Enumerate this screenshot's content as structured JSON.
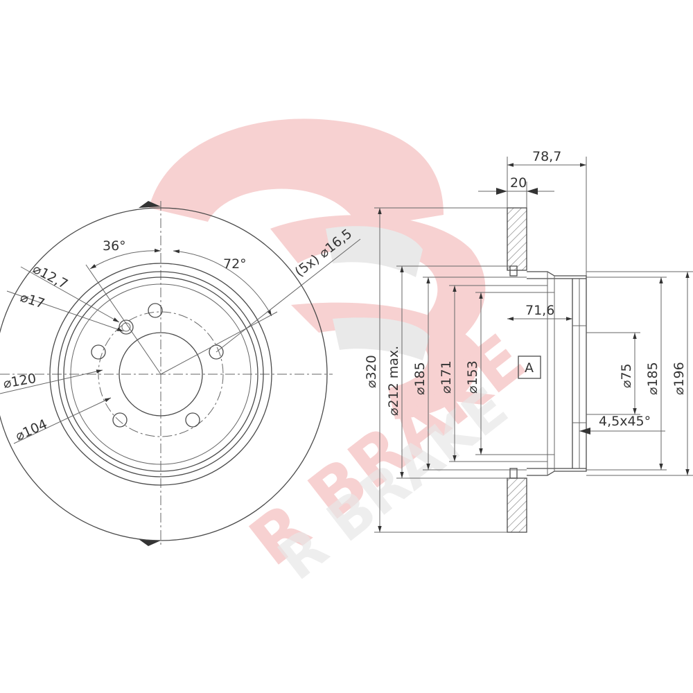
{
  "watermark": {
    "brand_text": "R BRAKE",
    "colors": {
      "primary": "#f6c9c9",
      "secondary": "#e8e8e8"
    }
  },
  "front_view": {
    "angle_between_holes": "36°",
    "angle_stud_pitch": "72°",
    "bolt_hole_spec": "(5x) ⌀16,5",
    "dia_12_7": "⌀12,7",
    "dia_17": "⌀17",
    "dia_120": "⌀120",
    "dia_104": "⌀104"
  },
  "side_view": {
    "overall_height": "78,7",
    "disc_thickness": "20",
    "hat_depth": "71,6",
    "datum": "A",
    "chamfer": "4,5x45°",
    "dia_320": "⌀320",
    "dia_212_max": "⌀212 max.",
    "dia_185_left": "⌀185",
    "dia_171": "⌀171",
    "dia_153": "⌀153",
    "dia_75": "⌀75",
    "dia_185_right": "⌀185",
    "dia_196": "⌀196"
  }
}
